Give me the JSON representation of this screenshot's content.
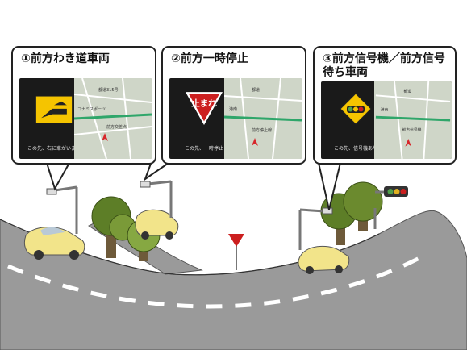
{
  "callouts": [
    {
      "title": "①前方わき道車両",
      "screen_message": "この先、右に車がいます",
      "sign": "side-road-vehicle",
      "map_labels": [
        "都道315号",
        "コナミスポーツ",
        "前方交差点"
      ]
    },
    {
      "title": "②前方一時停止",
      "screen_message": "この先、一時停止",
      "sign": "stop",
      "sign_text": "止まれ",
      "map_labels": [
        "都道",
        "港南",
        "前方停止線"
      ]
    },
    {
      "title": "③前方信号機／前方信号\n待ち車両",
      "screen_message": "この先、信号機あり",
      "sign": "traffic-signal",
      "map_labels": [
        "都道",
        "港南",
        "前方信号機"
      ]
    }
  ],
  "colors": {
    "road": "#9a9a9a",
    "road_marking": "#ffffff",
    "car": "#f2e48a",
    "tree_canopy": "#6b8a2e",
    "tree_trunk": "#6e5a3a",
    "sign_yellow": "#f5c400",
    "stop_red": "#cc1f1f",
    "screen_bg": "#1a1a1a",
    "map_bg": "#cfd6c8"
  }
}
